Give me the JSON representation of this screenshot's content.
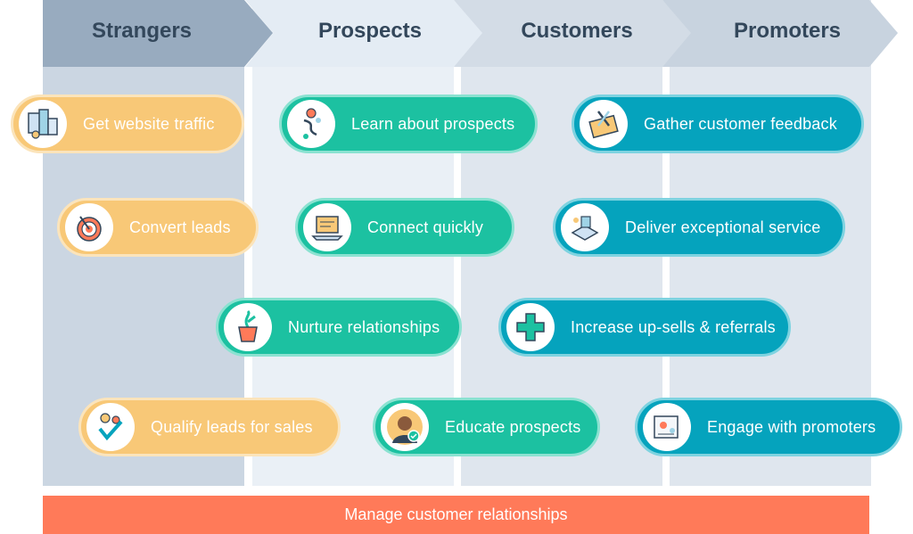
{
  "stages": [
    {
      "label": "Strangers"
    },
    {
      "label": "Prospects"
    },
    {
      "label": "Customers"
    },
    {
      "label": "Promoters"
    }
  ],
  "actions": {
    "get_website_traffic": "Get website traffic",
    "convert_leads": "Convert leads",
    "qualify_leads": "Qualify leads for sales",
    "learn_about_prospects": "Learn about prospects",
    "connect_quickly": "Connect quickly",
    "nurture_relationships": "Nurture relationships",
    "educate_prospects": "Educate prospects",
    "gather_feedback": "Gather customer feedback",
    "deliver_service": "Deliver exceptional service",
    "increase_upsells": "Increase up-sells & referrals",
    "engage_promoters": "Engage with promoters"
  },
  "footer": {
    "label": "Manage customer relationships"
  },
  "colors": {
    "strangers_column": "#cbd6e2",
    "prospects_column": "#eaf0f6",
    "customers_column": "#dfe6ee",
    "promoters_column": "#dfe6ee",
    "yellow_pill": "#f8c877",
    "green_pill": "#1cc1a1",
    "teal_pill": "#05a3bd",
    "footer_bar": "#ff7a59",
    "stage_text": "#33475b"
  }
}
